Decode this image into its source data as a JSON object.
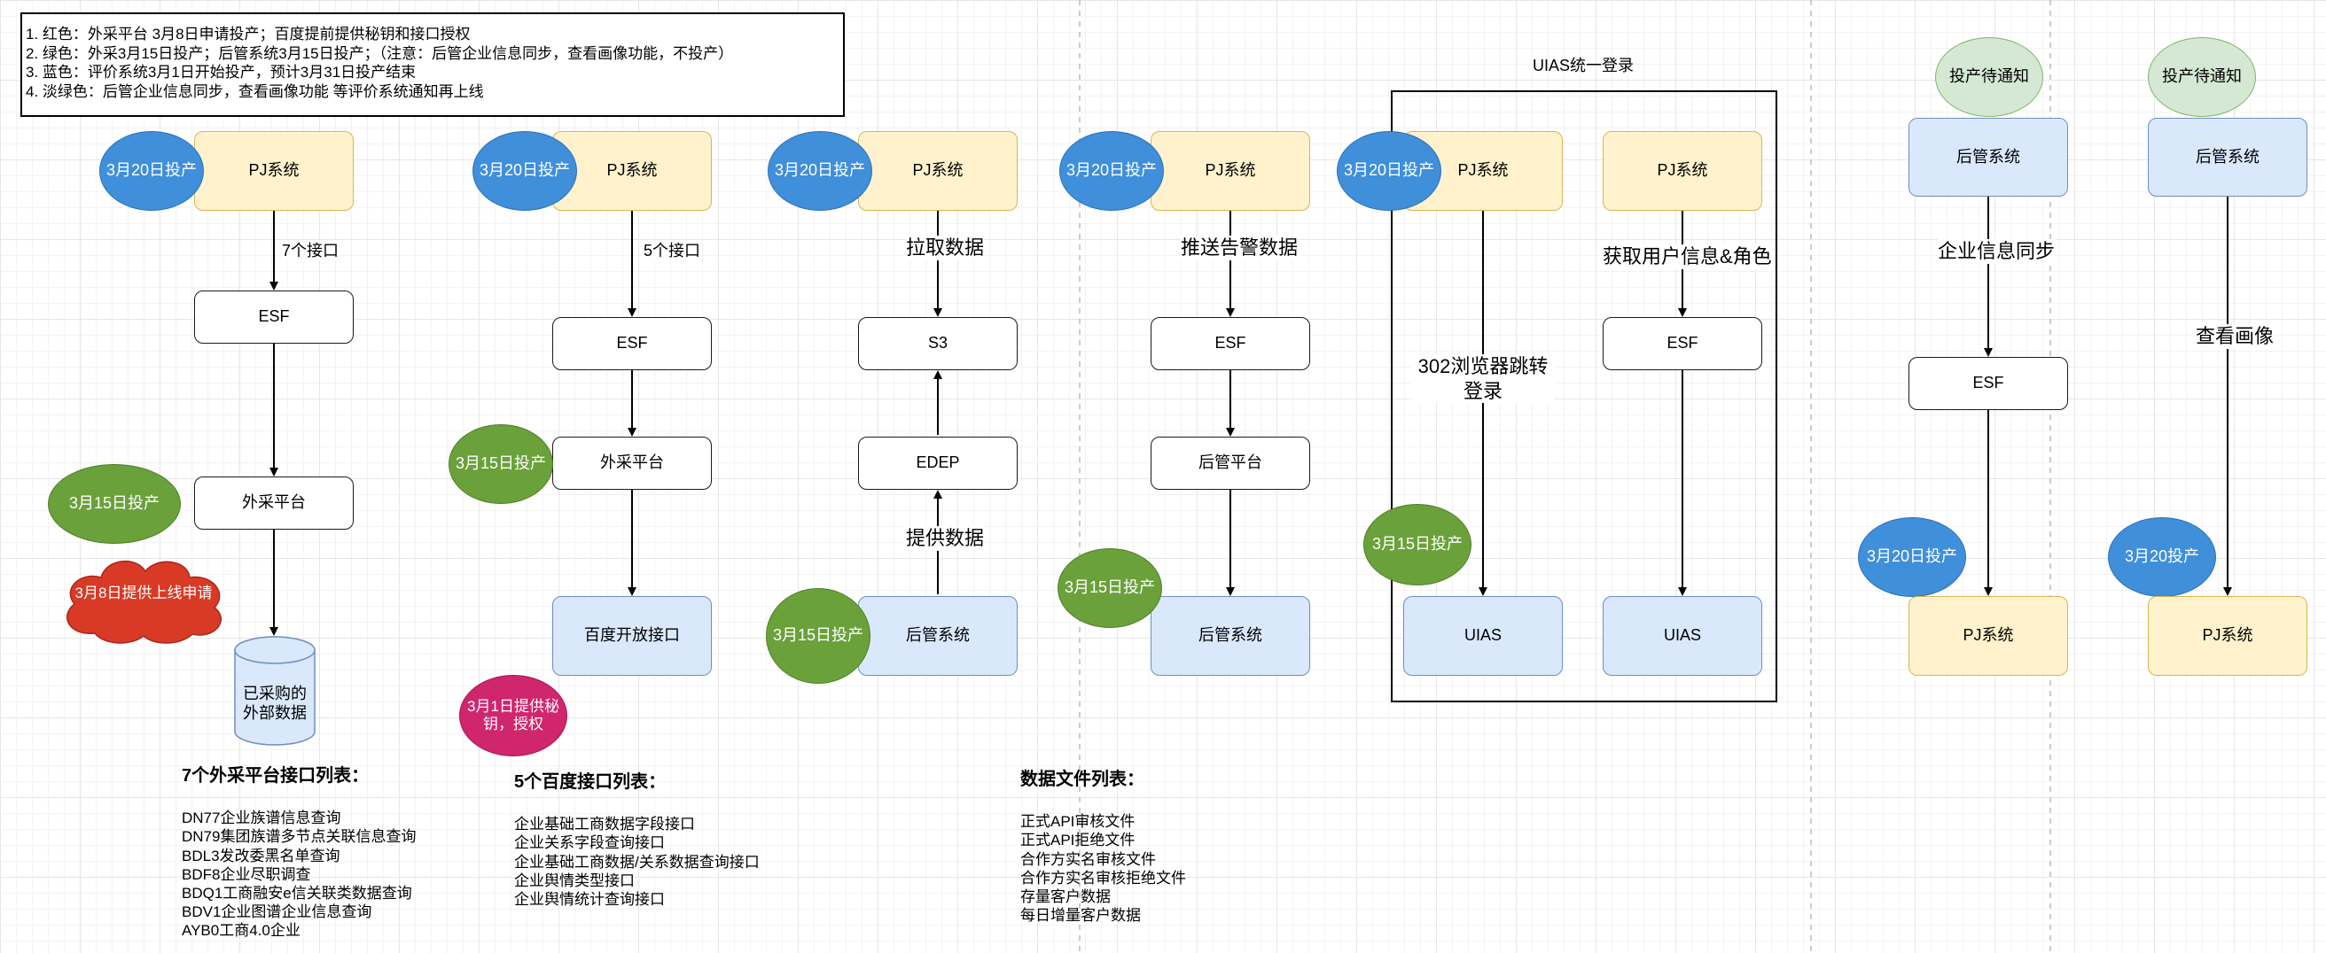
{
  "notes": [
    "1. 红色：外采平台 3月8日申请投产；百度提前提供秘钥和接口授权",
    "2. 绿色：外采3月15日投产；后管系统3月15日投产；（注意：后管企业信息同步，查看画像功能，不投产）",
    "3. 蓝色：评价系统3月1日开始投产，预计3月31日投产结束",
    "4. 淡绿色：后管企业信息同步，查看画像功能 等评价系统通知再上线"
  ],
  "colors": {
    "red": "#d93a26",
    "green": "#6aa13a",
    "blue": "#3f8fdb",
    "light_green": "#d5e8d4",
    "pink": "#d0266e",
    "yellow_fill": "#fff2cc",
    "blue_fill": "#dae8fc"
  },
  "flow1": {
    "pj": "PJ系统",
    "badge": "3月20日投产",
    "edge1": "7个接口",
    "esf": "ESF",
    "waicai": "外采平台",
    "badge_green": "3月15日投产",
    "cloud": "3月8日提供上线申请",
    "db": "已采购的\n外部数据"
  },
  "flow2": {
    "pj": "PJ系统",
    "badge": "3月20日投产",
    "edge1": "5个接口",
    "esf": "ESF",
    "waicai": "外采平台",
    "badge_green": "3月15日投产",
    "baidu": "百度开放接口",
    "badge_pink": "3月1日提供秘\n钥，授权"
  },
  "flow3": {
    "pj": "PJ系统",
    "badge": "3月20日投产",
    "edge1": "拉取数据",
    "s3": "S3",
    "edep": "EDEP",
    "edge2": "提供数据",
    "houguan": "后管系统",
    "badge_green": "3月15日投产"
  },
  "flow4": {
    "pj": "PJ系统",
    "badge": "3月20日投产",
    "edge1": "推送告警数据",
    "esf": "ESF",
    "platform": "后管平台",
    "houguan": "后管系统",
    "badge_green": "3月15日投产"
  },
  "uias": {
    "title": "UIAS统一登录",
    "pj_left": "PJ系统",
    "badge": "3月20日投产",
    "edge_left": "302浏览器跳转\n登录",
    "uias_left": "UIAS",
    "badge_green": "3月15日投产",
    "pj_right": "PJ系统",
    "edge_right": "获取用户信息&角色",
    "esf": "ESF",
    "uias_right": "UIAS"
  },
  "flow6": {
    "pending": "投产待通知",
    "houguan": "后管系统",
    "edge1": "企业信息同步",
    "esf": "ESF",
    "badge": "3月20日投产",
    "pj": "PJ系统"
  },
  "flow7": {
    "pending": "投产待通知",
    "houguan": "后管系统",
    "edge1": "查看画像",
    "badge": "3月20投产",
    "pj": "PJ系统"
  },
  "list_waicai": {
    "title": "7个外采平台接口列表：",
    "items": [
      "DN77企业族谱信息查询",
      "DN79集团族谱多节点关联信息查询",
      "BDL3发改委黑名单查询",
      "BDF8企业尽职调查",
      "BDQ1工商融安e信关联类数据查询",
      "BDV1企业图谱企业信息查询",
      "AYB0工商4.0企业"
    ]
  },
  "list_baidu": {
    "title": "5个百度接口列表：",
    "items": [
      "企业基础工商数据字段接口",
      "企业关系字段查询接口",
      "企业基础工商数据/关系数据查询接口",
      "企业舆情类型接口",
      "企业舆情统计查询接口"
    ]
  },
  "list_files": {
    "title": "数据文件列表：",
    "items": [
      "正式API审核文件",
      "正式API拒绝文件",
      "合作方实名审核文件",
      "合作方实名审核拒绝文件",
      "存量客户数据",
      "每日增量客户数据"
    ]
  }
}
